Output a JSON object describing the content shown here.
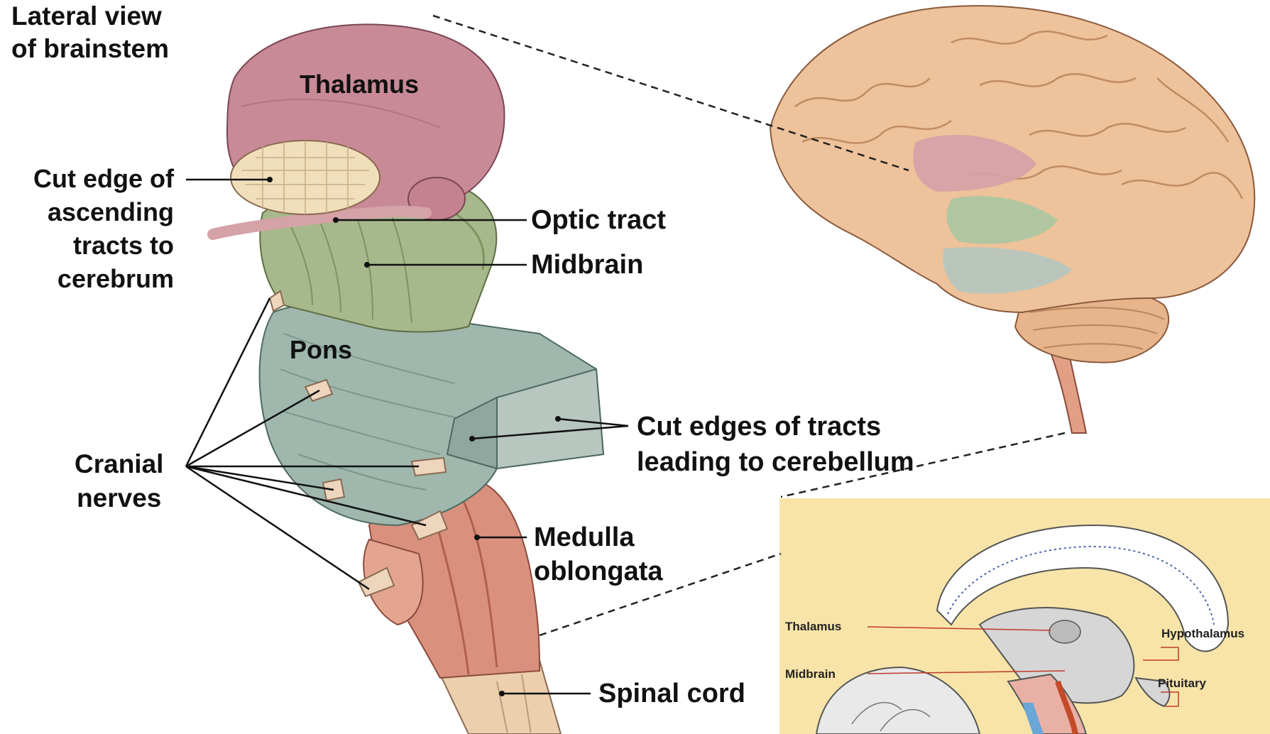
{
  "title": "Lateral view\nof brainstem",
  "labels": {
    "thalamus": "Thalamus",
    "cut_edge_ascending": "Cut edge of\nascending\ntracts to\ncerebrum",
    "optic_tract": "Optic tract",
    "midbrain": "Midbrain",
    "pons": "Pons",
    "cranial_nerves": "Cranial\nnerves",
    "cut_edges_cerebellum": "Cut edges of tracts\nleading to cerebellum",
    "medulla": "Medulla\noblongata",
    "spinal_cord": "Spinal cord"
  },
  "inset_labels": {
    "thalamus": "Thalamus",
    "midbrain": "Midbrain",
    "hypothalamus": "Hypothalamus",
    "pituitary": "Pituitary"
  },
  "colors": {
    "thalamus": "#c98a98",
    "midbrain": "#9fb184",
    "pons": "#9fb7ad",
    "medulla": "#d9917e",
    "spinal": "#e8c9a6",
    "cerebrum": "#eec29a",
    "inset_bg": "#f8e4a8"
  }
}
